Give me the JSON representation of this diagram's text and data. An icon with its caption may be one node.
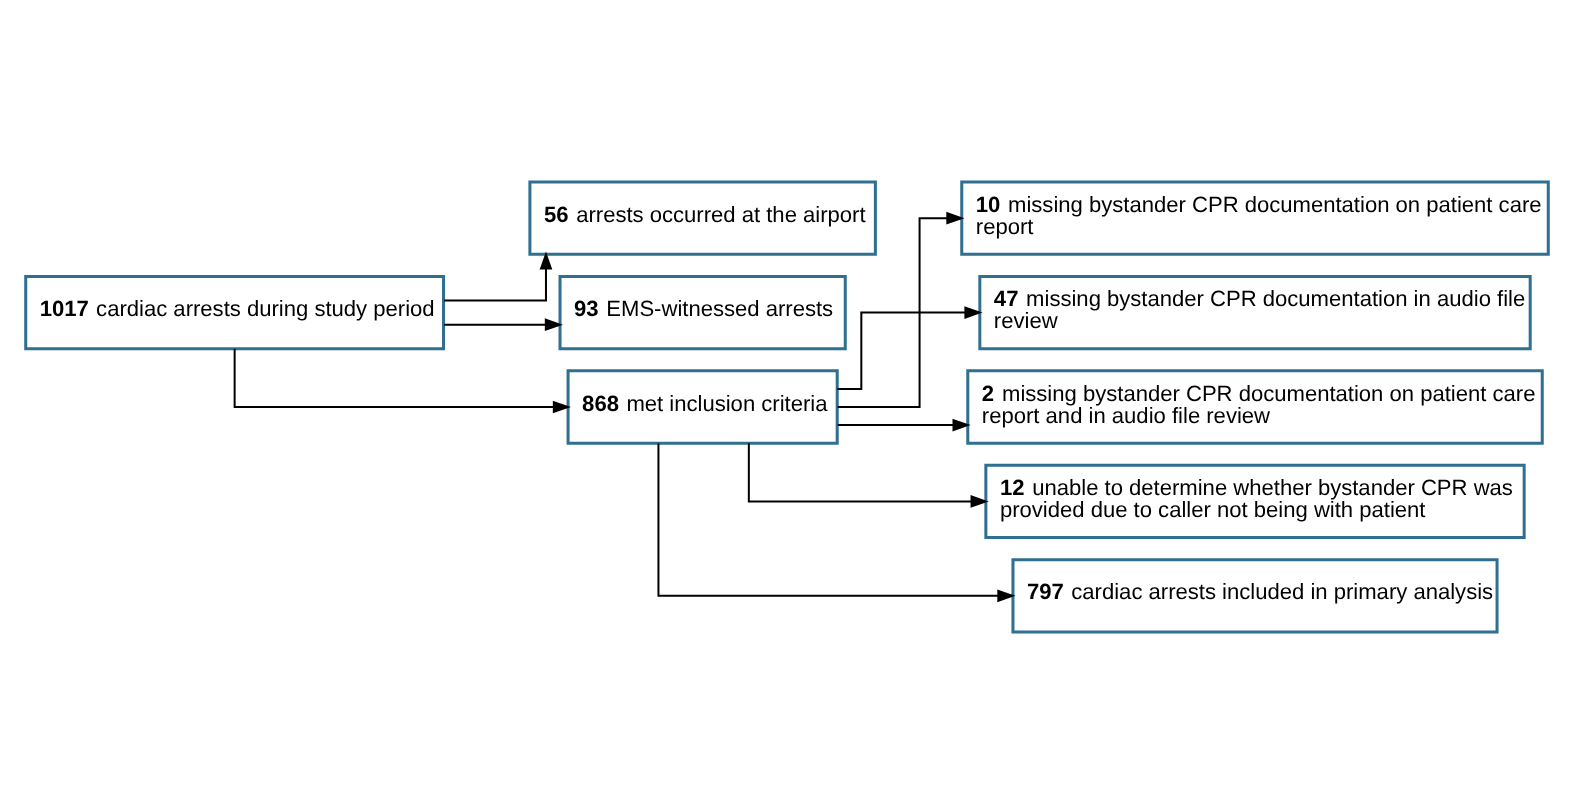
{
  "diagram": {
    "nodes": [
      {
        "text": [
          "**1017** cardiac arrests during study period"
        ]
      },
      {
        "text": [
          "**56** arrests occurred at the airport"
        ]
      },
      {
        "text": [
          "**93** EMS-witnessed arrests"
        ]
      },
      {
        "text": [
          "**868** met inclusion criteria"
        ]
      },
      {
        "text": [
          "**10** missing bystander CPR documentation on patient care report"
        ]
      },
      {
        "text": [
          "**47** missing bystander CPR documentation in audio file review"
        ]
      },
      {
        "text": [
          "**2** missing bystander CPR documentation on patient care report and in audio file review"
        ]
      },
      {
        "text": [
          "**12** unable to determine whether bystander CPR was provided due to caller not being with patient"
        ]
      },
      {
        "text": [
          "**797** cardiac arrests included in primary analysis"
        ]
      }
    ],
    "edges": [
      {
        "from": 0,
        "to": 1,
        "arrow": "to"
      },
      {
        "from": 0,
        "to": 2,
        "arrow": "to"
      },
      {
        "from": 0,
        "to": 3,
        "arrow": "to"
      },
      {
        "from": 3,
        "to": 4,
        "arrow": "to"
      },
      {
        "from": 3,
        "to": 5,
        "arrow": "to"
      },
      {
        "from": 3,
        "to": 6,
        "arrow": "to"
      },
      {
        "from": 3,
        "to": 7,
        "arrow": "to"
      },
      {
        "from": 3,
        "to": 8,
        "arrow": "to"
      }
    ]
  }
}
